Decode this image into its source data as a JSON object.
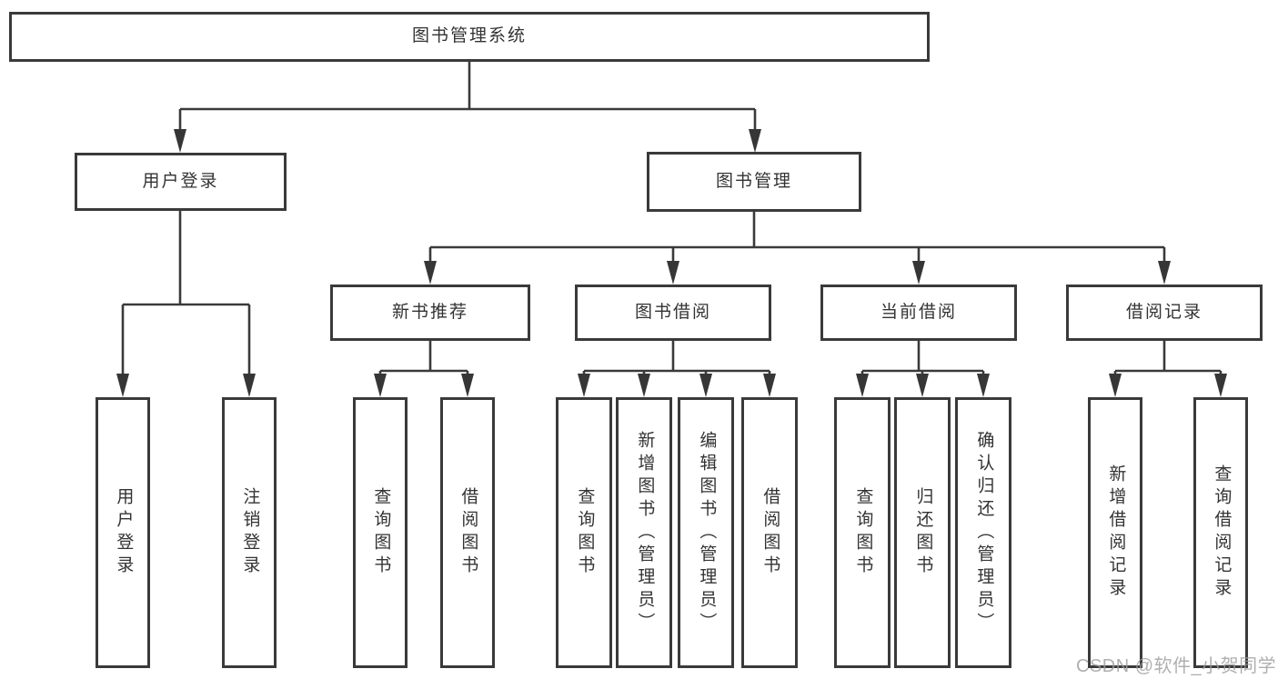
{
  "nodes": {
    "root": "图书管理系统",
    "user_login": "用户登录",
    "book_mgmt": "图书管理",
    "new_book_rec": "新书推荐",
    "book_borrow": "图书借阅",
    "current_borrow": "当前借阅",
    "borrow_record": "借阅记录",
    "leaf_user_login": "用户登录",
    "leaf_logout": "注销登录",
    "leaf_query_book_a": "查询图书",
    "leaf_borrow_book_a": "借阅图书",
    "leaf_query_book_b": "查询图书",
    "leaf_add_book": "新增图书（管理员）",
    "leaf_edit_book": "编辑图书（管理员）",
    "leaf_borrow_book_b": "借阅图书",
    "leaf_query_book_c": "查询图书",
    "leaf_return_book": "归还图书",
    "leaf_confirm_return": "确认归还（管理员）",
    "leaf_add_record": "新增借阅记录",
    "leaf_query_record": "查询借阅记录"
  },
  "watermark": "CSDN @软件_小贺同学",
  "colors": {
    "line": "#3a3a3a",
    "text": "#333333",
    "background": "#ffffff",
    "watermark": "#9e9e9e"
  }
}
